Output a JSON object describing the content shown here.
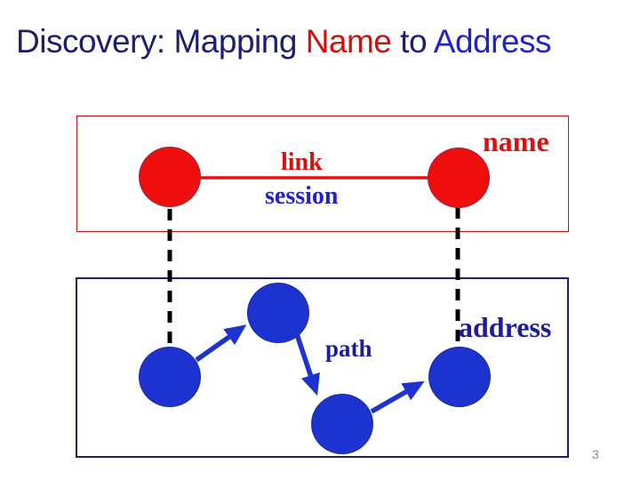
{
  "slide": {
    "title": {
      "segments": [
        {
          "text": "Discovery: Mapping ",
          "color": "#1E1E6E"
        },
        {
          "text": "Name",
          "color": "#CC1111"
        },
        {
          "text": " to ",
          "color": "#1E1E6E"
        },
        {
          "text": "Address",
          "color": "#2222CC"
        }
      ]
    },
    "page_number": "3"
  },
  "diagram": {
    "name_layer": {
      "layer_label": "name",
      "link_label": "link",
      "session_label": "session",
      "node_color": "#EE0E0E",
      "box_border_color": "#C01010",
      "node_count": 2
    },
    "address_layer": {
      "layer_label": "address",
      "path_label": "path",
      "node_color": "#1C33CF",
      "box_border_color": "#1F1F6E",
      "node_count": 4
    },
    "mapping_line_color": "#000000",
    "link_line_color": "#E01010",
    "arrow_color": "#1C33CF"
  }
}
